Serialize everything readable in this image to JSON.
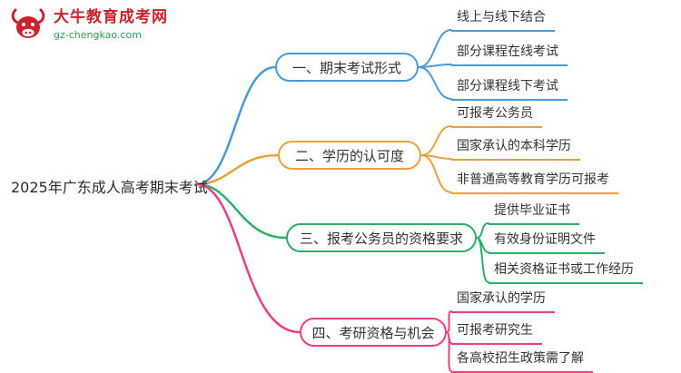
{
  "logo": {
    "name": "大牛教育成考网",
    "url": "gz-chengkao.com",
    "icon": "bull-logo-icon",
    "title_color": "#c8242b",
    "url_color": "#2e9e4f"
  },
  "root": {
    "label": "2025年广东成人高考期末考试"
  },
  "colors": {
    "branch1_blue": "#4a9bd5",
    "branch2_orange": "#e9a33c",
    "branch3_green": "#2eae68",
    "branch4_pink": "#e9407f"
  },
  "branches": [
    {
      "label": "一、期末考试形式",
      "color": "#4a9bd5",
      "children": [
        "线上与线下结合",
        "部分课程在线考试",
        "部分课程线下考试"
      ]
    },
    {
      "label": "二、学历的认可度",
      "color": "#e9a33c",
      "children": [
        "可报考公务员",
        "国家承认的本科学历",
        "非普通高等教育学历可报考"
      ]
    },
    {
      "label": "三、报考公务员的资格要求",
      "color": "#2eae68",
      "children": [
        "提供毕业证书",
        "有效身份证明文件",
        "相关资格证书或工作经历"
      ]
    },
    {
      "label": "四、考研资格与机会",
      "color": "#e9407f",
      "children": [
        "国家承认的学历",
        "可报考研究生",
        "各高校招生政策需了解"
      ]
    }
  ]
}
